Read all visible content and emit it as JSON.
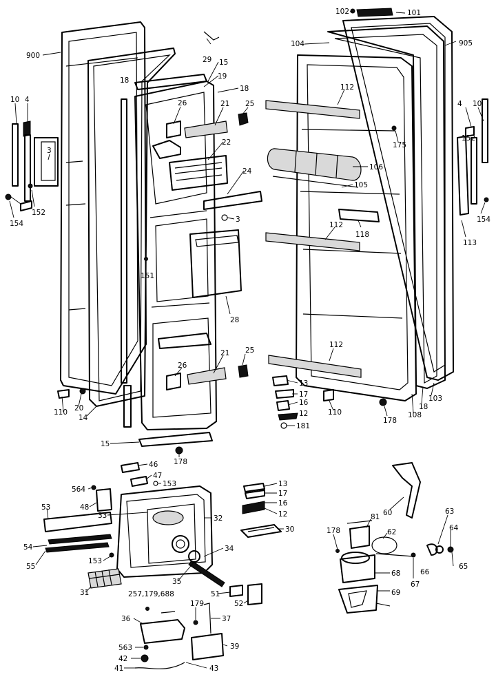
{
  "labels": [
    {
      "id": "l102a",
      "text": "102"
    },
    {
      "id": "l101",
      "text": "101"
    },
    {
      "id": "l900",
      "text": "900"
    },
    {
      "id": "l29",
      "text": "29"
    },
    {
      "id": "l15a",
      "text": "15"
    },
    {
      "id": "l19",
      "text": "19"
    },
    {
      "id": "l18a",
      "text": "18"
    },
    {
      "id": "l18b",
      "text": "18"
    },
    {
      "id": "l104",
      "text": "104"
    },
    {
      "id": "l905",
      "text": "905"
    },
    {
      "id": "l10a",
      "text": "10"
    },
    {
      "id": "l4a",
      "text": "4"
    },
    {
      "id": "l26a",
      "text": "26"
    },
    {
      "id": "l21a",
      "text": "21"
    },
    {
      "id": "l25a",
      "text": "25"
    },
    {
      "id": "l112a",
      "text": "112"
    },
    {
      "id": "l4b",
      "text": "4"
    },
    {
      "id": "l10b",
      "text": "10"
    },
    {
      "id": "l175",
      "text": "175"
    },
    {
      "id": "l152b",
      "text": "152"
    },
    {
      "id": "l3a",
      "text": "3"
    },
    {
      "id": "l22",
      "text": "22"
    },
    {
      "id": "l106",
      "text": "106"
    },
    {
      "id": "l24",
      "text": "24"
    },
    {
      "id": "l105",
      "text": "105"
    },
    {
      "id": "l152a",
      "text": "152"
    },
    {
      "id": "l154a",
      "text": "154"
    },
    {
      "id": "l3b",
      "text": "3"
    },
    {
      "id": "l112b",
      "text": "112"
    },
    {
      "id": "l118",
      "text": "118"
    },
    {
      "id": "l154b",
      "text": "154"
    },
    {
      "id": "l113",
      "text": "113"
    },
    {
      "id": "l151",
      "text": "151"
    },
    {
      "id": "l28a",
      "text": "28"
    },
    {
      "id": "l112c",
      "text": "112"
    },
    {
      "id": "l21b",
      "text": "21"
    },
    {
      "id": "l25b",
      "text": "25"
    },
    {
      "id": "l26b",
      "text": "26"
    },
    {
      "id": "l13a",
      "text": "13"
    },
    {
      "id": "l17a",
      "text": "17"
    },
    {
      "id": "l16a",
      "text": "16"
    },
    {
      "id": "l12a",
      "text": "12"
    },
    {
      "id": "l181",
      "text": "181"
    },
    {
      "id": "l110a",
      "text": "110"
    },
    {
      "id": "l20",
      "text": "20"
    },
    {
      "id": "l14",
      "text": "14"
    },
    {
      "id": "l110b",
      "text": "110"
    },
    {
      "id": "l178a",
      "text": "178"
    },
    {
      "id": "l108",
      "text": "108"
    },
    {
      "id": "l18c",
      "text": "18"
    },
    {
      "id": "l103",
      "text": "103"
    },
    {
      "id": "l15b",
      "text": "15"
    },
    {
      "id": "l178b",
      "text": "178"
    },
    {
      "id": "l46",
      "text": "46"
    },
    {
      "id": "l47",
      "text": "47"
    },
    {
      "id": "l564",
      "text": "564"
    },
    {
      "id": "l153a",
      "text": "153"
    },
    {
      "id": "l48",
      "text": "48"
    },
    {
      "id": "l53",
      "text": "53"
    },
    {
      "id": "l33",
      "text": "33"
    },
    {
      "id": "l32",
      "text": "32"
    },
    {
      "id": "l13b",
      "text": "13"
    },
    {
      "id": "l17b",
      "text": "17"
    },
    {
      "id": "l16b",
      "text": "16"
    },
    {
      "id": "l12b",
      "text": "12"
    },
    {
      "id": "l30",
      "text": "30"
    },
    {
      "id": "l81",
      "text": "81"
    },
    {
      "id": "l60",
      "text": "60"
    },
    {
      "id": "l62",
      "text": "62"
    },
    {
      "id": "l63",
      "text": "63"
    },
    {
      "id": "l178c",
      "text": "178"
    },
    {
      "id": "l64",
      "text": "64"
    },
    {
      "id": "l54",
      "text": "54"
    },
    {
      "id": "l55",
      "text": "55"
    },
    {
      "id": "l153b",
      "text": "153"
    },
    {
      "id": "l34",
      "text": "34"
    },
    {
      "id": "l66",
      "text": "66"
    },
    {
      "id": "l65",
      "text": "65"
    },
    {
      "id": "l68",
      "text": "68"
    },
    {
      "id": "l67",
      "text": "67"
    },
    {
      "id": "l35",
      "text": "35"
    },
    {
      "id": "l31",
      "text": "31"
    },
    {
      "id": "l69",
      "text": "69"
    },
    {
      "id": "l257",
      "text": "257,179,688"
    },
    {
      "id": "l51",
      "text": "51"
    },
    {
      "id": "l52",
      "text": "52"
    },
    {
      "id": "l36",
      "text": "36"
    },
    {
      "id": "l179",
      "text": "179"
    },
    {
      "id": "l37",
      "text": "37"
    },
    {
      "id": "l563",
      "text": "563"
    },
    {
      "id": "l39",
      "text": "39"
    },
    {
      "id": "l42",
      "text": "42"
    },
    {
      "id": "l41",
      "text": "41"
    },
    {
      "id": "l43",
      "text": "43"
    }
  ]
}
